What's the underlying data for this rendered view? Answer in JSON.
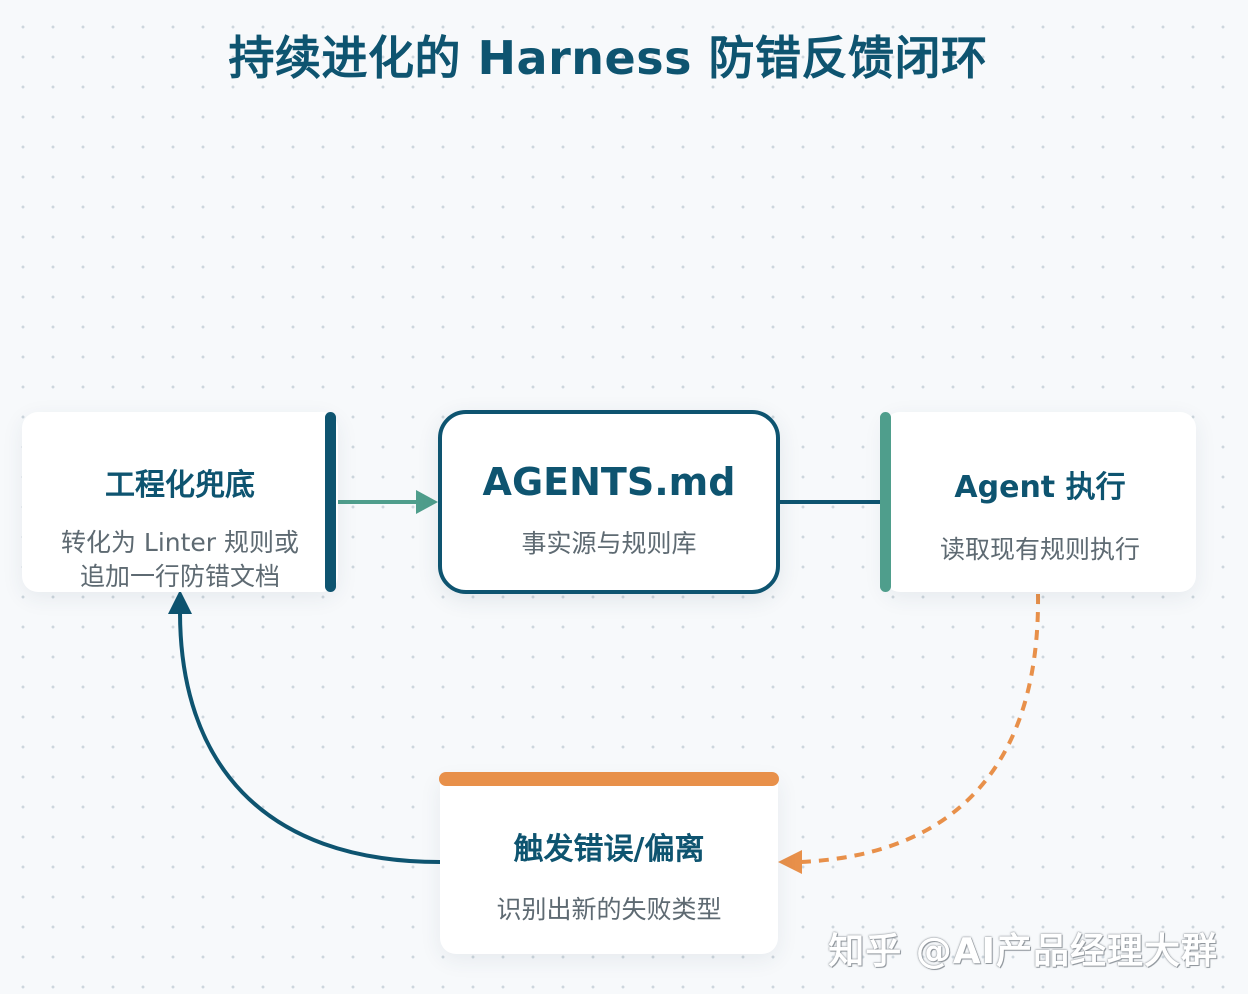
{
  "title": "持续进化的 Harness 防错反馈闭环",
  "nodes": {
    "engineering": {
      "title": "工程化兜底",
      "desc_line1": "转化为 Linter 规则或",
      "desc_line2": "追加一行防错文档"
    },
    "agents_md": {
      "title": "AGENTS.md",
      "desc": "事实源与规则库"
    },
    "agent_exec": {
      "title": "Agent 执行",
      "desc": "读取现有规则执行"
    },
    "trigger": {
      "title": "触发错误/偏离",
      "desc": "识别出新的失败类型"
    }
  },
  "colors": {
    "primary": "#0e5470",
    "green": "#4f9e8c",
    "orange": "#e8904a"
  },
  "watermark": "知乎 @AI产品经理大群"
}
